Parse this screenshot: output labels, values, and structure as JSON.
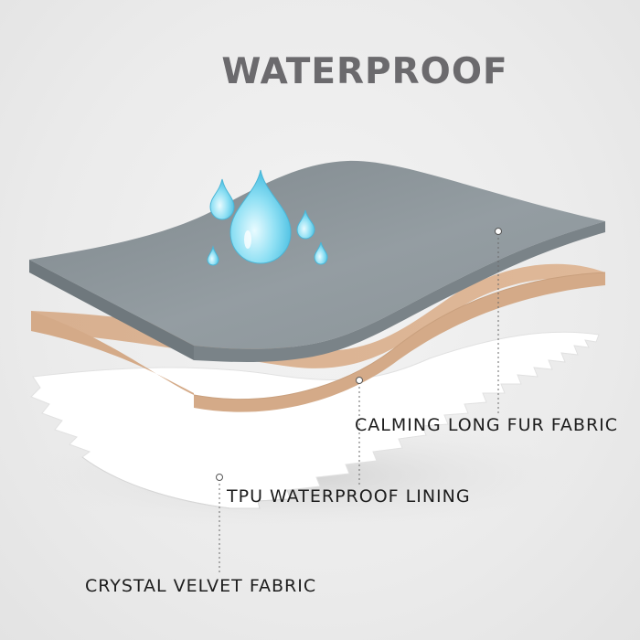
{
  "title": "WATERPROOF",
  "layers": [
    {
      "label": "CALMING LONG FUR FABRIC",
      "color": "#8e979c"
    },
    {
      "label": "TPU WATERPROOF LINING",
      "color": "#d9b291"
    },
    {
      "label": "CRYSTAL VELVET FABRIC",
      "color": "#ffffff"
    }
  ],
  "icons": {
    "water_drops": "water-drop-icon"
  }
}
